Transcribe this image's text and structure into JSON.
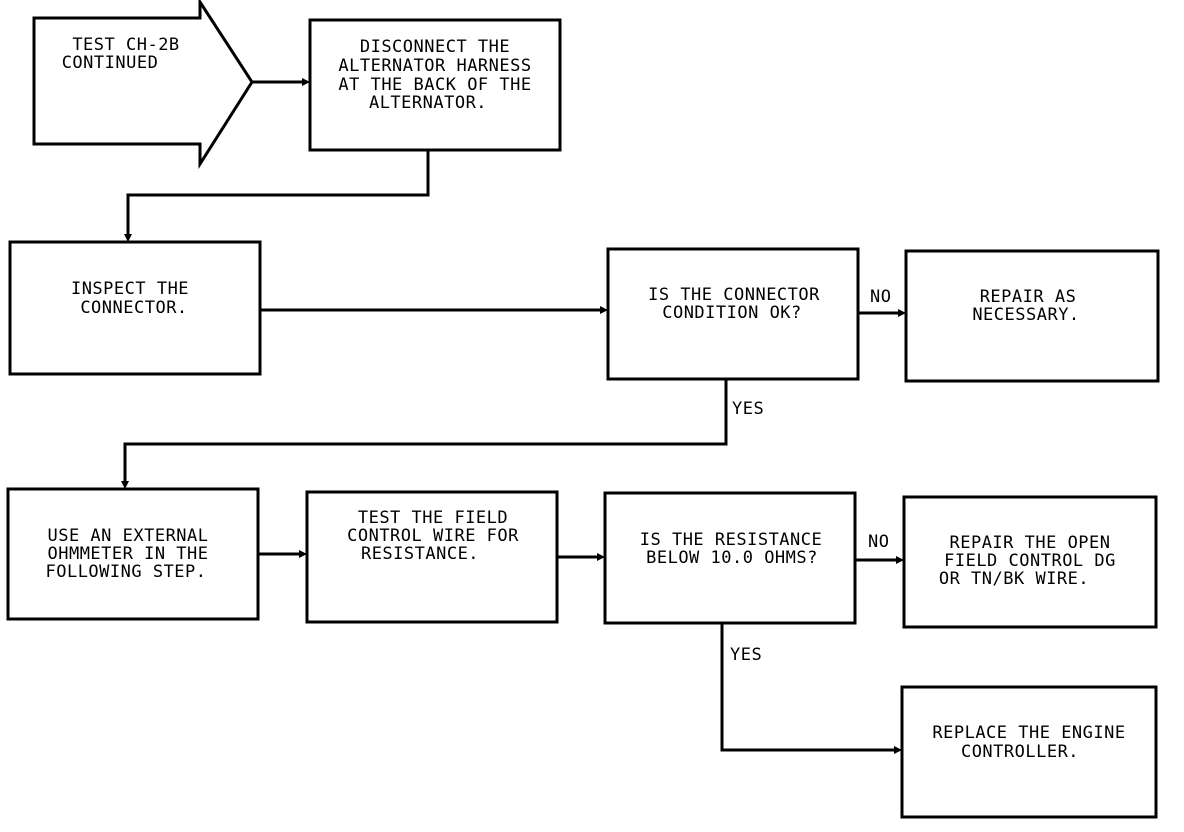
{
  "flowchart": {
    "start": {
      "line1": "TEST CH-2B",
      "line2": "CONTINUED"
    },
    "disconnect": {
      "line1": "DISCONNECT THE",
      "line2": "ALTERNATOR HARNESS",
      "line3": "AT THE BACK OF THE",
      "line4": "ALTERNATOR."
    },
    "inspect": {
      "line1": "INSPECT THE",
      "line2": "CONNECTOR."
    },
    "connector_ok": {
      "line1": "IS THE CONNECTOR",
      "line2": "CONDITION OK?"
    },
    "repair_necessary": {
      "line1": "REPAIR AS",
      "line2": "NECESSARY."
    },
    "use_ohmmeter": {
      "line1": "USE AN EXTERNAL",
      "line2": "OHMMETER IN THE",
      "line3": "FOLLOWING STEP."
    },
    "test_field": {
      "line1": "TEST THE FIELD",
      "line2": "CONTROL WIRE FOR",
      "line3": "RESISTANCE."
    },
    "resistance_below": {
      "line1": "IS THE RESISTANCE",
      "line2": "BELOW 10.0 OHMS?"
    },
    "repair_open": {
      "line1": "REPAIR THE OPEN",
      "line2": "FIELD CONTROL DG",
      "line3": "OR TN/BK WIRE."
    },
    "replace_controller": {
      "line1": "REPLACE THE ENGINE",
      "line2": "CONTROLLER."
    }
  },
  "edge_labels": {
    "no_1": "NO",
    "yes_1": "YES",
    "no_2": "NO",
    "yes_2": "YES"
  }
}
